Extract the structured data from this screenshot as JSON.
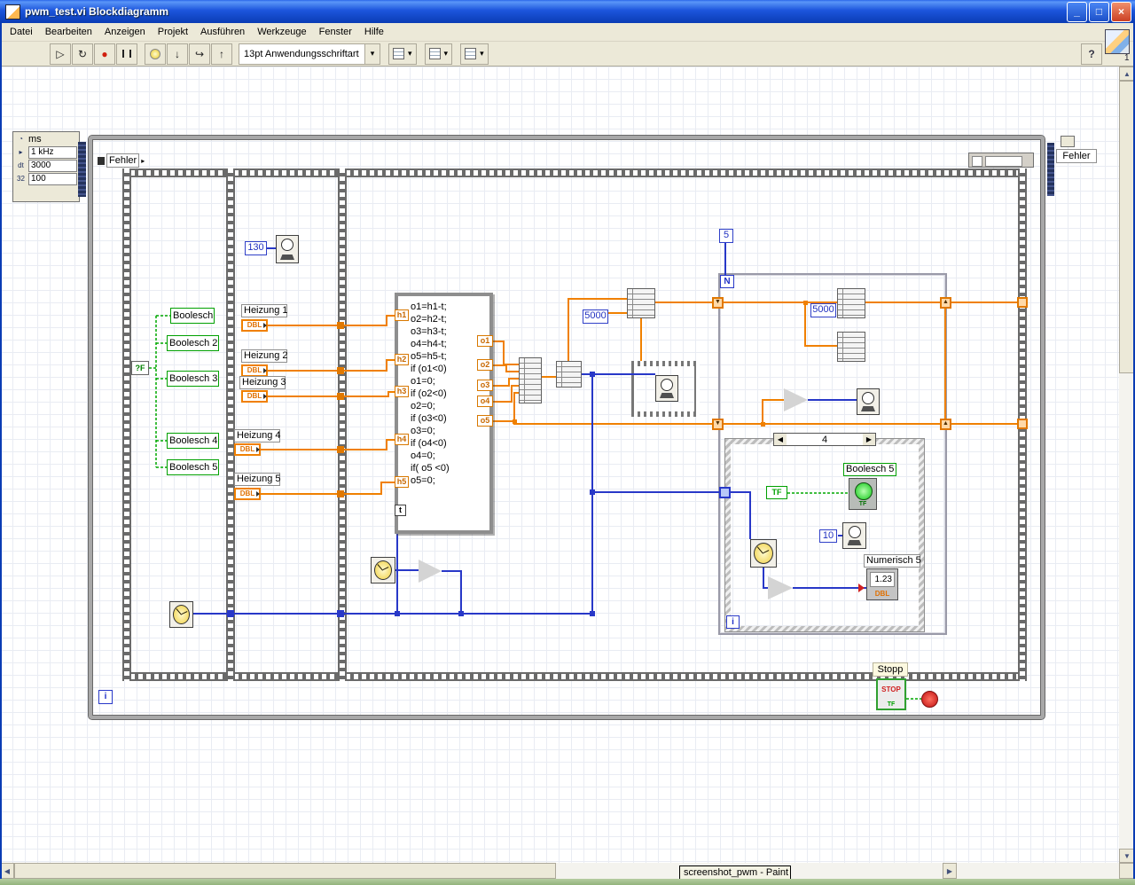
{
  "window": {
    "title": "pwm_test.vi Blockdiagramm",
    "controls": {
      "minimize": "_",
      "maximize": "□",
      "close": "×"
    }
  },
  "menu": [
    "Datei",
    "Bearbeiten",
    "Anzeigen",
    "Projekt",
    "Ausführen",
    "Werkzeuge",
    "Fenster",
    "Hilfe"
  ],
  "toolbar": {
    "font": "13pt Anwendungsschriftart",
    "help": "?",
    "vi_badge": "1",
    "icons": [
      "run",
      "run-continuous",
      "abort",
      "pause",
      "highlight-execution",
      "step-into",
      "step-over",
      "step-out"
    ]
  },
  "timing_node": {
    "unit": "ms",
    "rate": "1 kHz",
    "dt_label": "dt",
    "dt_value": "3000",
    "period_value": "100",
    "rep": "32"
  },
  "loop": {
    "error_in": "Fehler",
    "error_out": "Fehler",
    "iteration": "i"
  },
  "frame1": {
    "selector": "?F",
    "booleans": [
      "Boolesch",
      "Boolesch 2",
      "Boolesch 3",
      "Boolesch 4",
      "Boolesch 5"
    ]
  },
  "frame2": {
    "wait_const": "130",
    "dbl": "DBL",
    "heizung": [
      "Heizung 1",
      "Heizung 2",
      "Heizung 3",
      "Heizung 4",
      "Heizung 5"
    ]
  },
  "formula": {
    "code": "o1=h1-t;\no2=h2-t;\no3=h3-t;\no4=h4-t;\no5=h5-t;\nif (o1<0)\no1=0;\nif (o2<0)\no2=0;\nif (o3<0)\no3=0;\nif (o4<0)\no4=0;\nif( o5 <0)\no5=0;",
    "inputs": [
      "h1",
      "h2",
      "h3",
      "h4",
      "h5"
    ],
    "t": "t",
    "outputs": [
      "o1",
      "o2",
      "o3",
      "o4",
      "o5"
    ]
  },
  "frame3": {
    "c5000": "5000"
  },
  "forloop": {
    "count": "5",
    "n": "N",
    "c5000": "5000",
    "iteration": "i"
  },
  "case": {
    "prev": "◀",
    "selector": "4",
    "next": "▶",
    "tf_const": "TF",
    "bool_label": "Boolesch 5",
    "led_tf": "TF",
    "wait_const": "10",
    "num_label": "Numerisch 5",
    "num_value": "1.23",
    "num_type": "DBL"
  },
  "stop": {
    "label": "Stopp",
    "button_text": "STOP",
    "button_tf": "TF"
  },
  "taskbar": {
    "button": "screenshot_pwm - Paint"
  }
}
